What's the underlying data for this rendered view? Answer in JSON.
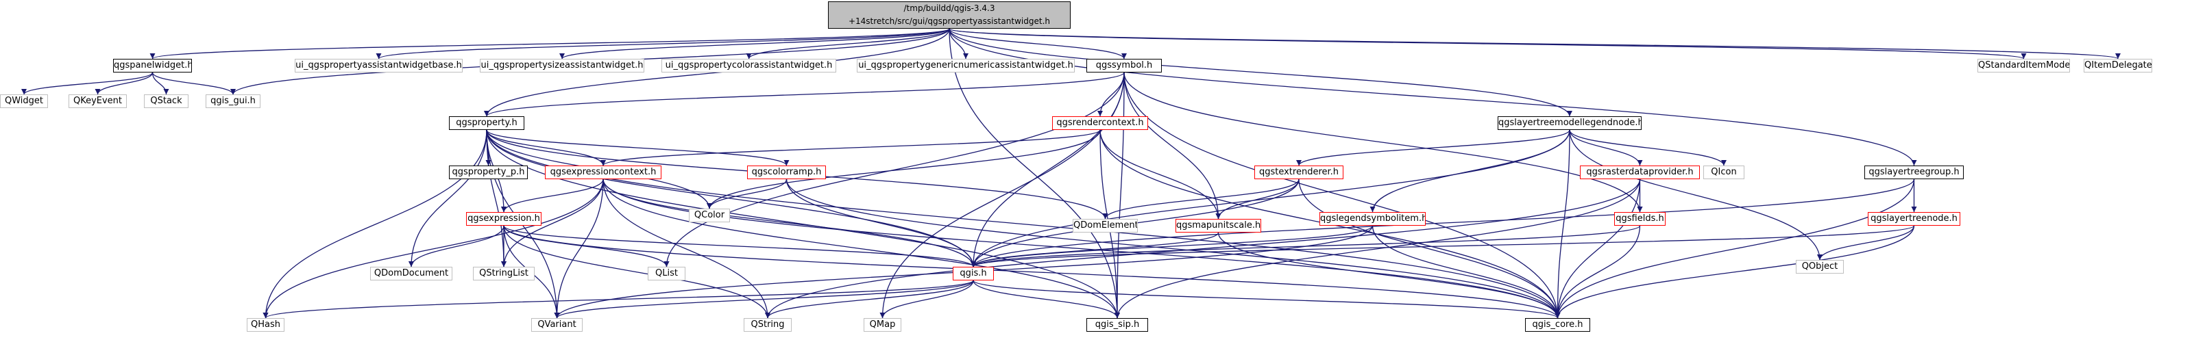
{
  "graph": {
    "edge_color": "#191970",
    "header_fill": "#bfbfbf",
    "nodes": [
      {
        "id": "root",
        "label": "/tmp/buildd/qgis-3.4.3\n+14stretch/src/gui/qgspropertyassistantwidget.h",
        "style": "header"
      },
      {
        "id": "qgspanelwidget",
        "label": "qgspanelwidget.h",
        "style": "plain"
      },
      {
        "id": "ui_base",
        "label": "ui_qgspropertyassistantwidgetbase.h",
        "style": "gray"
      },
      {
        "id": "ui_size",
        "label": "ui_qgspropertysizeassistantwidget.h",
        "style": "gray"
      },
      {
        "id": "ui_color",
        "label": "ui_qgspropertycolorassistantwidget.h",
        "style": "gray"
      },
      {
        "id": "ui_generic",
        "label": "ui_qgspropertygenericnumericassistantwidget.h",
        "style": "gray"
      },
      {
        "id": "qgssymbol",
        "label": "qgssymbol.h",
        "style": "plain"
      },
      {
        "id": "QStandardItemModel",
        "label": "QStandardItemModel",
        "style": "gray"
      },
      {
        "id": "QItemDelegate",
        "label": "QItemDelegate",
        "style": "gray"
      },
      {
        "id": "QWidget",
        "label": "QWidget",
        "style": "gray"
      },
      {
        "id": "QKeyEvent",
        "label": "QKeyEvent",
        "style": "gray"
      },
      {
        "id": "QStack",
        "label": "QStack",
        "style": "gray"
      },
      {
        "id": "qgis_gui",
        "label": "qgis_gui.h",
        "style": "gray"
      },
      {
        "id": "qgsproperty",
        "label": "qgsproperty.h",
        "style": "plain"
      },
      {
        "id": "qgsrendercontext",
        "label": "qgsrendercontext.h",
        "style": "red"
      },
      {
        "id": "qgslayertreemodellegendnode",
        "label": "qgslayertreemodellegendnode.h",
        "style": "plain"
      },
      {
        "id": "qgsproperty_p",
        "label": "qgsproperty_p.h",
        "style": "plain"
      },
      {
        "id": "qgsexpressioncontext",
        "label": "qgsexpressioncontext.h",
        "style": "red"
      },
      {
        "id": "qgscolorramp",
        "label": "qgscolorramp.h",
        "style": "red"
      },
      {
        "id": "QColor",
        "label": "QColor",
        "style": "gray"
      },
      {
        "id": "QDomElement",
        "label": "QDomElement",
        "style": "gray"
      },
      {
        "id": "qgstextrenderer",
        "label": "qgstextrenderer.h",
        "style": "red"
      },
      {
        "id": "qgsrasterdataprovider",
        "label": "qgsrasterdataprovider.h",
        "style": "red"
      },
      {
        "id": "QIcon",
        "label": "QIcon",
        "style": "gray"
      },
      {
        "id": "qgslayertreegroup",
        "label": "qgslayertreegroup.h",
        "style": "plain"
      },
      {
        "id": "qgsexpression",
        "label": "qgsexpression.h",
        "style": "red"
      },
      {
        "id": "qgsmapunitscale",
        "label": "qgsmapunitscale.h",
        "style": "red"
      },
      {
        "id": "qgslegendsymbolitem",
        "label": "qgslegendsymbolitem.h",
        "style": "red"
      },
      {
        "id": "qgsfields",
        "label": "qgsfields.h",
        "style": "red"
      },
      {
        "id": "qgslayertreenode",
        "label": "qgslayertreenode.h",
        "style": "red"
      },
      {
        "id": "QObject",
        "label": "QObject",
        "style": "gray"
      },
      {
        "id": "QDomDocument",
        "label": "QDomDocument",
        "style": "gray"
      },
      {
        "id": "QStringList",
        "label": "QStringList",
        "style": "gray"
      },
      {
        "id": "QList",
        "label": "QList",
        "style": "gray"
      },
      {
        "id": "qgis",
        "label": "qgis.h",
        "style": "red"
      },
      {
        "id": "QHash",
        "label": "QHash",
        "style": "gray"
      },
      {
        "id": "QVariant",
        "label": "QVariant",
        "style": "gray"
      },
      {
        "id": "QString",
        "label": "QString",
        "style": "gray"
      },
      {
        "id": "QMap",
        "label": "QMap",
        "style": "gray"
      },
      {
        "id": "qgis_sip",
        "label": "qgis_sip.h",
        "style": "plain"
      },
      {
        "id": "qgis_core",
        "label": "qgis_core.h",
        "style": "plain"
      }
    ],
    "edges": [
      [
        "root",
        "qgspanelwidget"
      ],
      [
        "root",
        "ui_base"
      ],
      [
        "root",
        "ui_size"
      ],
      [
        "root",
        "ui_color"
      ],
      [
        "root",
        "ui_generic"
      ],
      [
        "root",
        "qgssymbol"
      ],
      [
        "root",
        "QStandardItemModel"
      ],
      [
        "root",
        "QItemDelegate"
      ],
      [
        "root",
        "qgis_gui"
      ],
      [
        "root",
        "qgsproperty"
      ],
      [
        "root",
        "qgslayertreemodellegendnode"
      ],
      [
        "root",
        "qgslayertreegroup"
      ],
      [
        "root",
        "qgis_sip"
      ],
      [
        "qgspanelwidget",
        "QWidget"
      ],
      [
        "qgspanelwidget",
        "QKeyEvent"
      ],
      [
        "qgspanelwidget",
        "QStack"
      ],
      [
        "qgspanelwidget",
        "qgis_gui"
      ],
      [
        "qgssymbol",
        "qgsproperty"
      ],
      [
        "qgssymbol",
        "qgsrendercontext"
      ],
      [
        "qgssymbol",
        "qgsmapunitscale"
      ],
      [
        "qgssymbol",
        "qgis"
      ],
      [
        "qgssymbol",
        "QList"
      ],
      [
        "qgssymbol",
        "QMap"
      ],
      [
        "qgssymbol",
        "qgis_sip"
      ],
      [
        "qgssymbol",
        "qgis_core"
      ],
      [
        "qgssymbol",
        "qgsfields"
      ],
      [
        "qgsproperty",
        "qgsproperty_p"
      ],
      [
        "qgsproperty",
        "qgsexpressioncontext"
      ],
      [
        "qgsproperty",
        "qgscolorramp"
      ],
      [
        "qgsproperty",
        "QColor"
      ],
      [
        "qgsproperty",
        "QDomElement"
      ],
      [
        "qgsproperty",
        "qgsexpression"
      ],
      [
        "qgsproperty",
        "qgis"
      ],
      [
        "qgsproperty",
        "QDomDocument"
      ],
      [
        "qgsproperty",
        "QStringList"
      ],
      [
        "qgsproperty",
        "QHash"
      ],
      [
        "qgsproperty",
        "QVariant"
      ],
      [
        "qgsproperty",
        "qgis_core"
      ],
      [
        "qgsproperty",
        "qgis_sip"
      ],
      [
        "qgsrendercontext",
        "QColor"
      ],
      [
        "qgsrendercontext",
        "qgsexpressioncontext"
      ],
      [
        "qgsrendercontext",
        "qgsmapunitscale"
      ],
      [
        "qgsrendercontext",
        "qgis_sip"
      ],
      [
        "qgsrendercontext",
        "qgis_core"
      ],
      [
        "qgslayertreemodellegendnode",
        "qgstextrenderer"
      ],
      [
        "qgslayertreemodellegendnode",
        "qgsrasterdataprovider"
      ],
      [
        "qgslayertreemodellegendnode",
        "QIcon"
      ],
      [
        "qgslayertreemodellegendnode",
        "qgslegendsymbolitem"
      ],
      [
        "qgslayertreemodellegendnode",
        "qgis"
      ],
      [
        "qgslayertreemodellegendnode",
        "qgis_core"
      ],
      [
        "qgslayertreemodellegendnode",
        "QObject"
      ],
      [
        "qgslayertreegroup",
        "qgslayertreenode"
      ],
      [
        "qgslayertreegroup",
        "qgis"
      ],
      [
        "qgslayertreegroup",
        "qgis_core"
      ],
      [
        "qgsexpressioncontext",
        "qgsexpression"
      ],
      [
        "qgsexpressioncontext",
        "QStringList"
      ],
      [
        "qgsexpressioncontext",
        "qgis"
      ],
      [
        "qgsexpressioncontext",
        "QVariant"
      ],
      [
        "qgsexpressioncontext",
        "QString"
      ],
      [
        "qgsexpressioncontext",
        "QHash"
      ],
      [
        "qgsexpressioncontext",
        "qgis_core"
      ],
      [
        "qgsexpressioncontext",
        "qgis_sip"
      ],
      [
        "qgscolorramp",
        "QColor"
      ],
      [
        "qgscolorramp",
        "qgis"
      ],
      [
        "qgscolorramp",
        "qgis_core"
      ],
      [
        "qgstextrenderer",
        "QDomElement"
      ],
      [
        "qgstextrenderer",
        "qgsmapunitscale"
      ],
      [
        "qgstextrenderer",
        "qgis"
      ],
      [
        "qgstextrenderer",
        "qgis_core"
      ],
      [
        "qgsrasterdataprovider",
        "qgsfields"
      ],
      [
        "qgsrasterdataprovider",
        "qgis_core"
      ],
      [
        "qgsrasterdataprovider",
        "QString"
      ],
      [
        "qgsrasterdataprovider",
        "qgis_sip"
      ],
      [
        "qgsexpression",
        "QDomDocument"
      ],
      [
        "qgsexpression",
        "QStringList"
      ],
      [
        "qgsexpression",
        "QList"
      ],
      [
        "qgsexpression",
        "QVariant"
      ],
      [
        "qgsexpression",
        "qgis"
      ],
      [
        "qgsexpression",
        "QString"
      ],
      [
        "qgsexpression",
        "qgis_core"
      ],
      [
        "qgsmapunitscale",
        "qgis"
      ],
      [
        "qgsmapunitscale",
        "qgis_core"
      ],
      [
        "qgslegendsymbolitem",
        "qgis"
      ],
      [
        "qgslegendsymbolitem",
        "qgis_core"
      ],
      [
        "qgslegendsymbolitem",
        "QVariant"
      ],
      [
        "qgsfields",
        "qgis"
      ],
      [
        "qgsfields",
        "qgis_core"
      ],
      [
        "qgslayertreenode",
        "QObject"
      ],
      [
        "qgslayertreenode",
        "qgis"
      ],
      [
        "qgslayertreenode",
        "qgis_core"
      ],
      [
        "qgis",
        "QHash"
      ],
      [
        "qgis",
        "QVariant"
      ],
      [
        "qgis",
        "QString"
      ],
      [
        "qgis",
        "QMap"
      ],
      [
        "qgis",
        "qgis_sip"
      ],
      [
        "qgis",
        "qgis_core"
      ]
    ]
  }
}
